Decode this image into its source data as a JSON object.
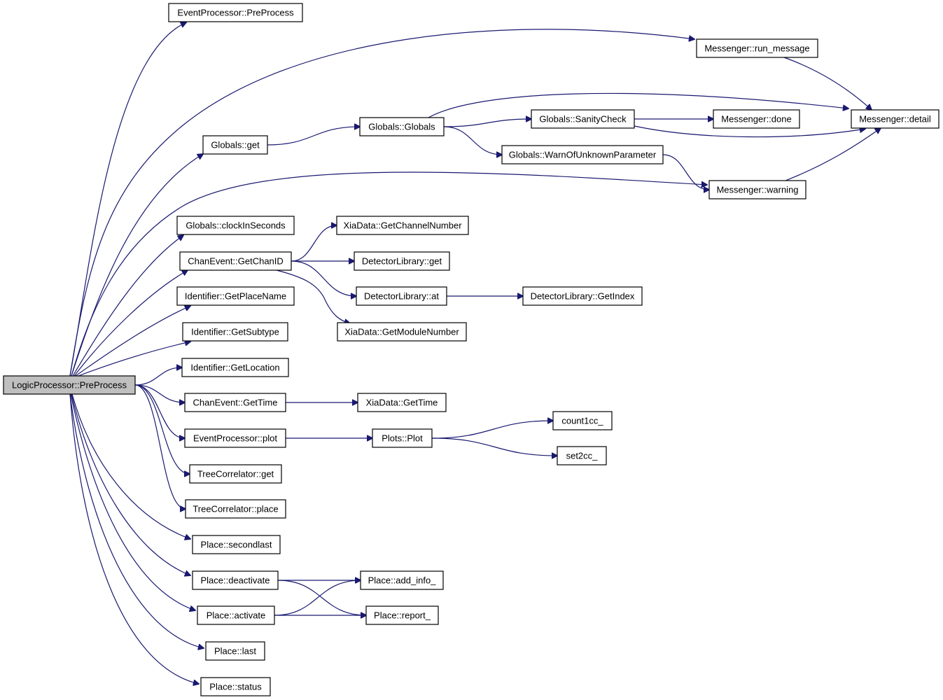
{
  "colors": {
    "edge": "#191970",
    "node_fill": "#ffffff",
    "root_fill": "#bfbfbf",
    "node_border": "#000000"
  },
  "nodes": {
    "root": "LogicProcessor::PreProcess",
    "ep_preprocess": "EventProcessor::PreProcess",
    "msg_run_message": "Messenger::run_message",
    "msg_detail": "Messenger::detail",
    "globals_get": "Globals::get",
    "globals_globals": "Globals::Globals",
    "globals_sanity": "Globals::SanityCheck",
    "msg_done": "Messenger::done",
    "globals_warn": "Globals::WarnOfUnknownParameter",
    "msg_warning": "Messenger::warning",
    "globals_clock": "Globals::clockInSeconds",
    "xia_channel": "XiaData::GetChannelNumber",
    "chan_getchanid": "ChanEvent::GetChanID",
    "detlib_get": "DetectorLibrary::get",
    "detlib_at": "DetectorLibrary::at",
    "detlib_index": "DetectorLibrary::GetIndex",
    "ident_placename": "Identifier::GetPlaceName",
    "xia_module": "XiaData::GetModuleNumber",
    "ident_subtype": "Identifier::GetSubtype",
    "ident_location": "Identifier::GetLocation",
    "chan_gettime": "ChanEvent::GetTime",
    "xia_gettime": "XiaData::GetTime",
    "count1cc": "count1cc_",
    "ep_plot": "EventProcessor::plot",
    "plots_plot": "Plots::Plot",
    "set2cc": "set2cc_",
    "tree_get": "TreeCorrelator::get",
    "tree_place": "TreeCorrelator::place",
    "place_secondlast": "Place::secondlast",
    "place_deactivate": "Place::deactivate",
    "place_addinfo": "Place::add_info_",
    "place_activate": "Place::activate",
    "place_report": "Place::report_",
    "place_last": "Place::last",
    "place_status": "Place::status"
  },
  "edges": [
    [
      "root",
      "ep_preprocess"
    ],
    [
      "root",
      "msg_run_message"
    ],
    [
      "root",
      "globals_get"
    ],
    [
      "root",
      "msg_warning"
    ],
    [
      "root",
      "globals_clock"
    ],
    [
      "root",
      "chan_getchanid"
    ],
    [
      "root",
      "ident_placename"
    ],
    [
      "root",
      "ident_subtype"
    ],
    [
      "root",
      "ident_location"
    ],
    [
      "root",
      "chan_gettime"
    ],
    [
      "root",
      "ep_plot"
    ],
    [
      "root",
      "tree_get"
    ],
    [
      "root",
      "tree_place"
    ],
    [
      "root",
      "place_secondlast"
    ],
    [
      "root",
      "place_deactivate"
    ],
    [
      "root",
      "place_activate"
    ],
    [
      "root",
      "place_last"
    ],
    [
      "root",
      "place_status"
    ],
    [
      "msg_run_message",
      "msg_detail"
    ],
    [
      "globals_get",
      "globals_globals"
    ],
    [
      "globals_globals",
      "msg_detail"
    ],
    [
      "globals_globals",
      "globals_sanity"
    ],
    [
      "globals_globals",
      "globals_warn"
    ],
    [
      "globals_sanity",
      "msg_done"
    ],
    [
      "globals_sanity",
      "msg_detail"
    ],
    [
      "globals_warn",
      "msg_warning"
    ],
    [
      "msg_warning",
      "msg_detail"
    ],
    [
      "chan_getchanid",
      "xia_channel"
    ],
    [
      "chan_getchanid",
      "detlib_get"
    ],
    [
      "chan_getchanid",
      "detlib_at"
    ],
    [
      "chan_getchanid",
      "xia_module"
    ],
    [
      "detlib_at",
      "detlib_index"
    ],
    [
      "chan_gettime",
      "xia_gettime"
    ],
    [
      "ep_plot",
      "plots_plot"
    ],
    [
      "plots_plot",
      "count1cc"
    ],
    [
      "plots_plot",
      "set2cc"
    ],
    [
      "place_deactivate",
      "place_addinfo"
    ],
    [
      "place_deactivate",
      "place_report"
    ],
    [
      "place_activate",
      "place_addinfo"
    ],
    [
      "place_activate",
      "place_report"
    ]
  ]
}
